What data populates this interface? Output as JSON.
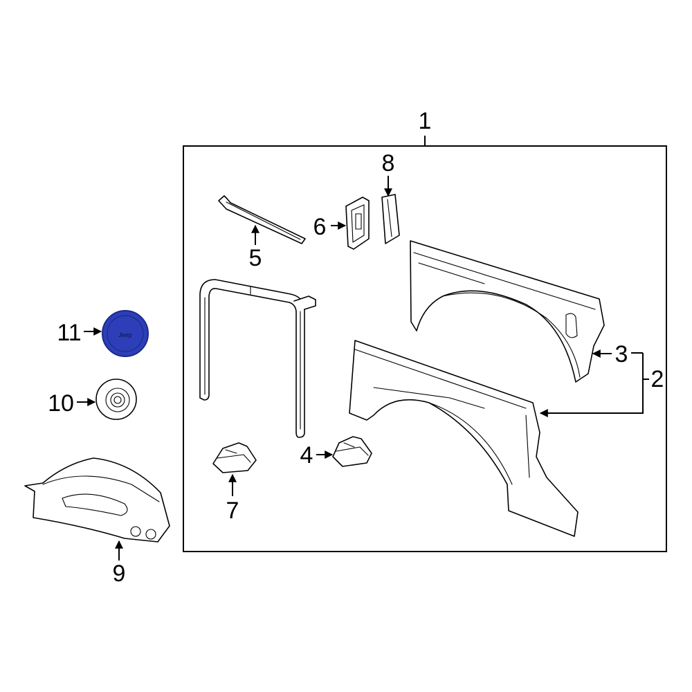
{
  "callouts": {
    "c1": "1",
    "c2": "2",
    "c3": "3",
    "c4": "4",
    "c5": "5",
    "c6": "6",
    "c7": "7",
    "c8": "8",
    "c9": "9",
    "c10": "10",
    "c11": "11"
  },
  "cap_logo_text": "Jeep",
  "colors": {
    "highlight": "#2c3fb8",
    "highlight_dark": "#1a2a8a",
    "line": "#000000"
  }
}
